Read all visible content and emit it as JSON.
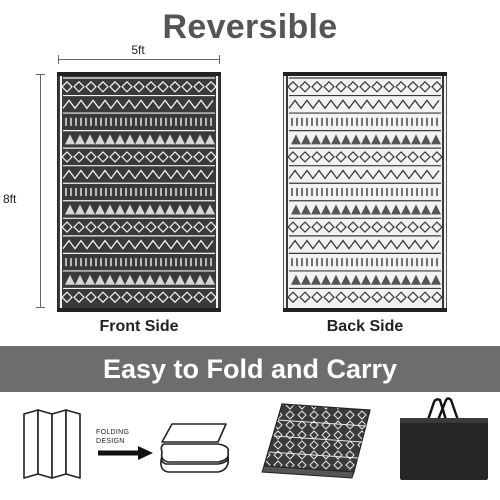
{
  "title": "Reversible",
  "dimensions": {
    "width": "5ft",
    "height": "8ft"
  },
  "sides": {
    "front": "Front Side",
    "back": "Back Side"
  },
  "banner": "Easy to Fold and Carry",
  "folding": {
    "line1": "FOLDING",
    "line2": "DESIGN"
  },
  "colors": {
    "rug_dark": "#3a3a3a",
    "rug_light": "#f2f2f2",
    "banner_bg": "#6d6d6d",
    "title": "#555555"
  },
  "icons": [
    "folding-panels-icon",
    "arrow-right-icon",
    "folded-stack-icon",
    "folded-rug-icon",
    "carry-bag-icon"
  ]
}
